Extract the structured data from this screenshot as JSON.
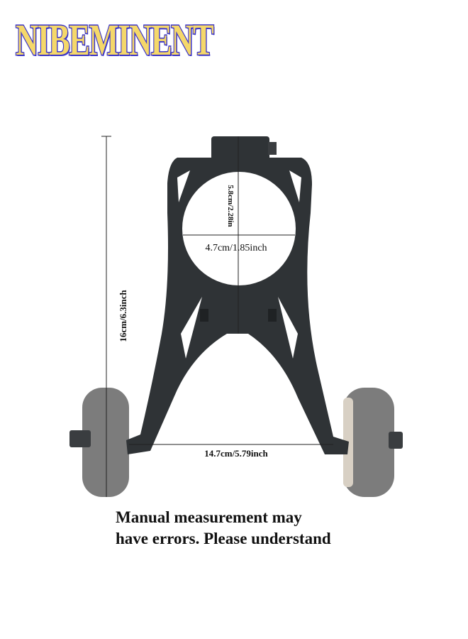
{
  "brand": {
    "logo_text": "NIBEMINENT",
    "fill_color": "#f5d86a",
    "outline_color": "#3b34c8"
  },
  "dimensions": {
    "height": "16cm/6.3inch",
    "clamp_height": "5.8cm/2.28in",
    "clamp_width": "4.7cm/1.85inch",
    "axle_width": "14.7cm/5.79inch"
  },
  "note": {
    "line1": "Manual measurement may",
    "line2": "have errors. Please understand"
  },
  "colors": {
    "bracket": "#2f3336",
    "wheel": "#7c7c7c"
  }
}
